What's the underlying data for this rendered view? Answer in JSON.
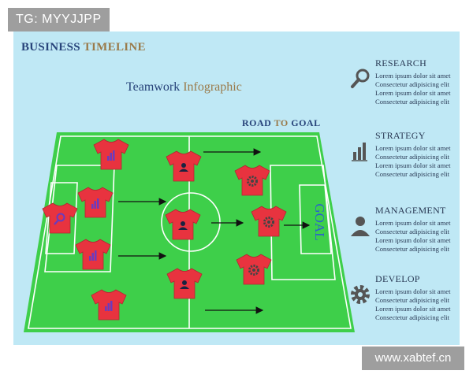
{
  "watermarks": {
    "tg": "TG: MYYJJPP",
    "site": "www.xabtef.cn"
  },
  "title": {
    "part1": "BUSINESS",
    "part2": "TIMELINE"
  },
  "subtitle": {
    "part1": "Teamwork",
    "part2": "Infographic"
  },
  "road": {
    "part1": "ROAD",
    "part2": "TO",
    "part3": "GOAL"
  },
  "goal_label": "GOAL",
  "colors": {
    "field": "#3ecf4a",
    "panel": "#bfe8f5",
    "shirt": "#e8333f",
    "accent_blue": "#27437a",
    "accent_brown": "#9a7a4a",
    "icon_purple": "#6a3bbf"
  },
  "players": [
    {
      "icon": "magnifier-icon"
    },
    {
      "icon": "bar-chart-icon"
    },
    {
      "icon": "bar-chart-icon"
    },
    {
      "icon": "bar-chart-icon"
    },
    {
      "icon": "bar-chart-icon"
    },
    {
      "icon": "person-icon"
    },
    {
      "icon": "person-icon"
    },
    {
      "icon": "person-icon"
    },
    {
      "icon": "gear-icon"
    },
    {
      "icon": "gear-icon"
    },
    {
      "icon": "gear-icon"
    }
  ],
  "sections": [
    {
      "title": "RESEARCH",
      "icon": "magnifier-icon",
      "lines": [
        "Lorem ipsum dolor sit amet",
        "Consectetur adipisicing elit",
        "Lorem ipsum dolor sit amet",
        "Consectetur adipisicing elit"
      ]
    },
    {
      "title": "STRATEGY",
      "icon": "bar-chart-icon",
      "lines": [
        "Lorem ipsum dolor sit amet",
        "Consectetur adipisicing elit",
        "Lorem ipsum dolor sit amet",
        "Consectetur adipisicing elit"
      ]
    },
    {
      "title": "MANAGEMENT",
      "icon": "person-icon",
      "lines": [
        "Lorem ipsum dolor sit amet",
        "Consectetur adipisicing elit",
        "Lorem ipsum dolor sit amet",
        "Consectetur adipisicing elit"
      ]
    },
    {
      "title": "DEVELOP",
      "icon": "gear-icon",
      "lines": [
        "Lorem ipsum dolor sit amet",
        "Consectetur adipisicing elit",
        "Lorem ipsum dolor sit amet",
        "Consectetur adipisicing elit"
      ]
    }
  ]
}
